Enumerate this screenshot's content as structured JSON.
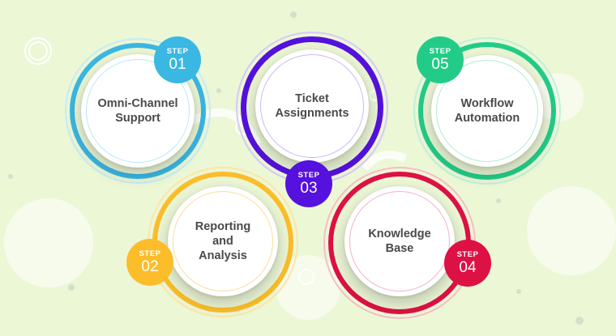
{
  "colors": {
    "background": "#ecf7d6",
    "step1": "#3ab7e3",
    "step2": "#fbbd2a",
    "step3": "#5511dd",
    "step4": "#dd1144",
    "step5": "#22cc88",
    "label_text": "#4a4a4a"
  },
  "steps": [
    {
      "badge_word": "STEP",
      "badge_number": "01",
      "label_line1": "Omni-Channel",
      "label_line2": "Support",
      "label_line3": "",
      "color": "#3ab7e3"
    },
    {
      "badge_word": "STEP",
      "badge_number": "02",
      "label_line1": "Reporting",
      "label_line2": "and",
      "label_line3": "Analysis",
      "color": "#fbbd2a"
    },
    {
      "badge_word": "STEP",
      "badge_number": "03",
      "label_line1": "Ticket",
      "label_line2": "Assignments",
      "label_line3": "",
      "color": "#5511dd"
    },
    {
      "badge_word": "STEP",
      "badge_number": "04",
      "label_line1": "Knowledge",
      "label_line2": "Base",
      "label_line3": "",
      "color": "#dd1144"
    },
    {
      "badge_word": "STEP",
      "badge_number": "05",
      "label_line1": "Workflow",
      "label_line2": "Automation",
      "label_line3": "",
      "color": "#22cc88"
    }
  ]
}
